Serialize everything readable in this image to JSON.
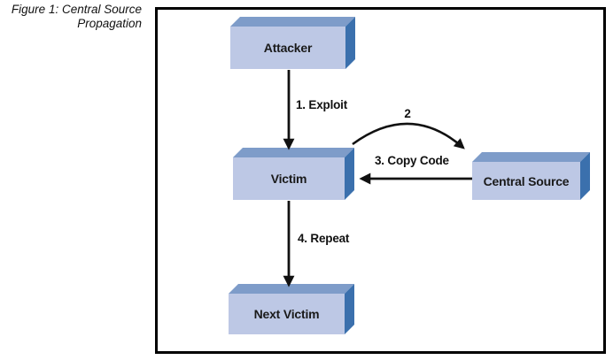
{
  "figure": {
    "caption_line1": "Figure 1: Central Source",
    "caption_line2": "Propagation"
  },
  "diagram": {
    "nodes": [
      {
        "id": "attacker",
        "label": "Attacker"
      },
      {
        "id": "victim",
        "label": "Victim"
      },
      {
        "id": "central_source",
        "label": "Central Source"
      },
      {
        "id": "next_victim",
        "label": "Next Victim"
      }
    ],
    "edges": [
      {
        "id": "exploit",
        "label": "1. Exploit",
        "from": "Attacker",
        "to": "Victim",
        "shape": "straight-down"
      },
      {
        "id": "request",
        "label": "2",
        "from": "Victim",
        "to": "Central Source",
        "shape": "curved-over"
      },
      {
        "id": "copy_code",
        "label": "3. Copy Code",
        "from": "Central Source",
        "to": "Victim",
        "shape": "straight-left"
      },
      {
        "id": "repeat",
        "label": "4. Repeat",
        "from": "Victim",
        "to": "Next Victim",
        "shape": "straight-down"
      }
    ],
    "colors": {
      "box_face": "#bdc8e5",
      "box_top_bevel": "#7e9cc9",
      "box_side_bevel": "#3b70ad",
      "arrow": "#111111",
      "frame_border": "#000000",
      "background": "#ffffff",
      "text": "#1a1a1a"
    }
  }
}
